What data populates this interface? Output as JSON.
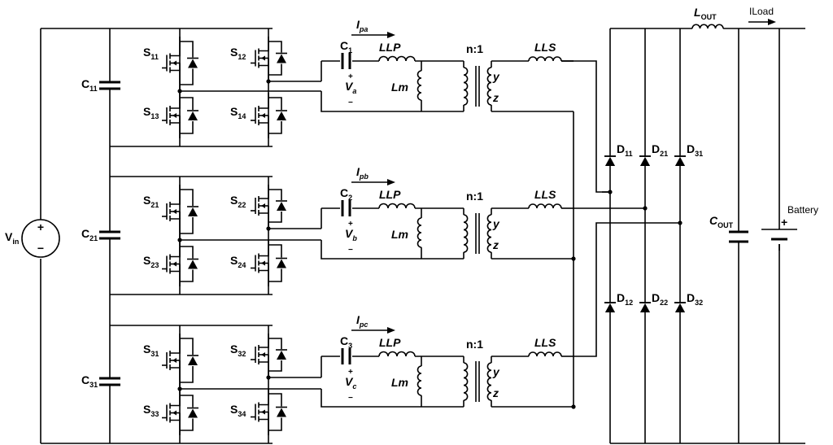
{
  "source": {
    "label": "V",
    "sub": "in",
    "plus": "+",
    "minus": "−"
  },
  "capacitors": [
    {
      "label": "C",
      "sub": "11"
    },
    {
      "label": "C",
      "sub": "21"
    },
    {
      "label": "C",
      "sub": "31"
    }
  ],
  "bridges": [
    {
      "switches": [
        {
          "sub": "11"
        },
        {
          "sub": "12"
        },
        {
          "sub": "13"
        },
        {
          "sub": "14"
        }
      ]
    },
    {
      "switches": [
        {
          "sub": "21"
        },
        {
          "sub": "22"
        },
        {
          "sub": "23"
        },
        {
          "sub": "24"
        }
      ]
    },
    {
      "switches": [
        {
          "sub": "31"
        },
        {
          "sub": "32"
        },
        {
          "sub": "33"
        },
        {
          "sub": "34"
        }
      ]
    }
  ],
  "switch_letter": "S",
  "tanks": [
    {
      "current": "I",
      "current_sub": "pa",
      "cap": "C",
      "cap_sub": "1",
      "volt": "V",
      "volt_sub": "a"
    },
    {
      "current": "I",
      "current_sub": "pb",
      "cap": "C",
      "cap_sub": "2",
      "volt": "V",
      "volt_sub": "b"
    },
    {
      "current": "I",
      "current_sub": "pc",
      "cap": "C",
      "cap_sub": "3",
      "volt": "V",
      "volt_sub": "c"
    }
  ],
  "tank_labels": {
    "llp": "LLP",
    "lm": "Lm",
    "ratio": "n:1",
    "lls": "LLS",
    "y": "y",
    "z": "z",
    "plus": "+",
    "minus": "−"
  },
  "diodes": {
    "letter": "D",
    "top": [
      "11",
      "21",
      "31"
    ],
    "bottom": [
      "12",
      "22",
      "32"
    ]
  },
  "output": {
    "inductor": "L",
    "inductor_sub": "OUT",
    "load_current": "ILoad",
    "cap": "C",
    "cap_sub": "OUT",
    "battery": "Battery",
    "battery_plus": "+"
  }
}
